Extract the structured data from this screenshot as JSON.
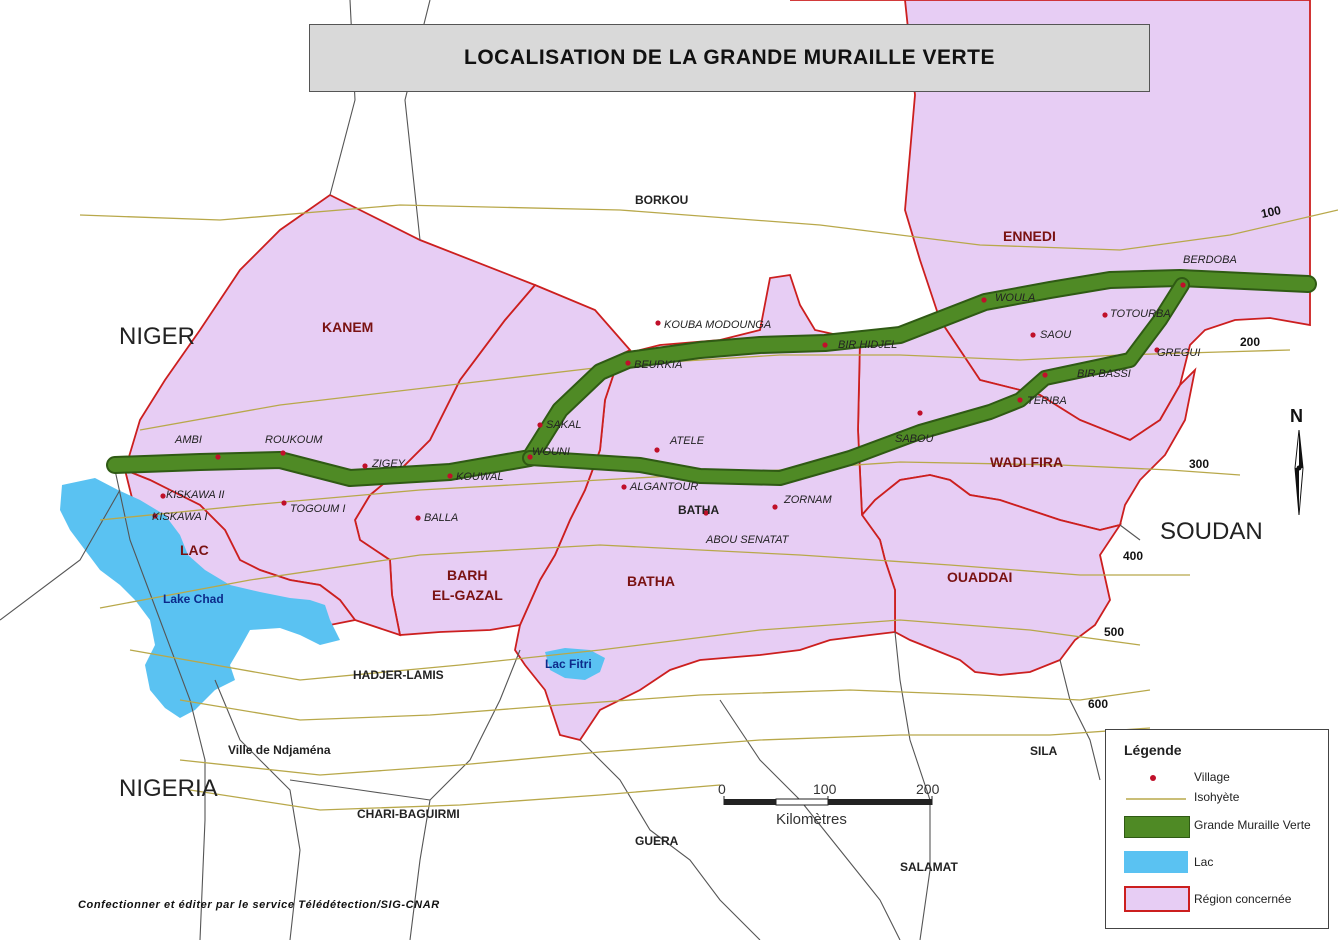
{
  "title": "LOCALISATION DE LA GRANDE MURAILLE VERTE",
  "countries": [
    {
      "name": "NIGER"
    },
    {
      "name": "NIGERIA"
    },
    {
      "name": "SOUDAN"
    }
  ],
  "regions_concerned": [
    "KANEM",
    "ENNEDI",
    "WADI FIRA",
    "LAC",
    "BARH EL-GAZAL",
    "BATHA",
    "OUADDAI"
  ],
  "other_regions": [
    "BORKOU",
    "HADJER-LAMIS",
    "CHARI-BAGUIRMI",
    "GUERA",
    "SALAMAT",
    "SILA"
  ],
  "region_labels": {
    "borkou": "BORKOU",
    "ennedi": "ENNEDI",
    "kanem": "KANEM",
    "wadi_fira": "WADI FIRA",
    "lac": "LAC",
    "barh_1": "BARH",
    "barh_2": "EL-GAZAL",
    "batha": "BATHA",
    "batha_town": "BATHA",
    "ouaddai": "OUADDAI",
    "hadjer": "HADJER-LAMIS",
    "chari": "CHARI-BAGUIRMI",
    "guera": "GUERA",
    "salamat": "SALAMAT",
    "sila": "SILA"
  },
  "lakes": {
    "chad": "Lake Chad",
    "fitri": "Lac Fitri"
  },
  "city": "Ville de Ndjaména",
  "villages": [
    "BERDOBA",
    "WOULA",
    "TOTOURBA",
    "SAOU",
    "GREGUI",
    "BIR BASSI",
    "TERIBA",
    "SABOU",
    "KOUBA MODOUNGA",
    "BIR HIDJEL",
    "BEURKIA",
    "SAKAL",
    "ATELE",
    "WOUNI",
    "KOUWAL",
    "ALGANTOUR",
    "ZORNAM",
    "ABOU SENATAT",
    "AMBI",
    "ROUKOUM",
    "ZIGEY",
    "TOGOUM I",
    "BALLA",
    "KISKAWA II",
    "KISKAWA I"
  ],
  "isohyets": [
    "100",
    "200",
    "300",
    "400",
    "500",
    "600"
  ],
  "scale": {
    "ticks": [
      "0",
      "100",
      "200"
    ],
    "unit": "Kilomètres"
  },
  "north": "N",
  "legend": {
    "title": "Légende",
    "items": [
      {
        "label": "Village"
      },
      {
        "label": "Isohyète"
      },
      {
        "label": "Grande Muraille Verte"
      },
      {
        "label": "Lac"
      },
      {
        "label": "Région concernée"
      }
    ]
  },
  "credit": "Confectionner et éditer par le service Télédétection/SIG-CNAR",
  "colors": {
    "region_fill": "#e7cdf4",
    "region_border": "#cc1f1f",
    "wall": "#4f8a25",
    "wall_edge": "#2f5a14",
    "lake": "#5ac2f2",
    "isohyet": "#b8a84a",
    "village": "#c0102a",
    "region_text": "#7a1212",
    "boundary": "#444444"
  }
}
